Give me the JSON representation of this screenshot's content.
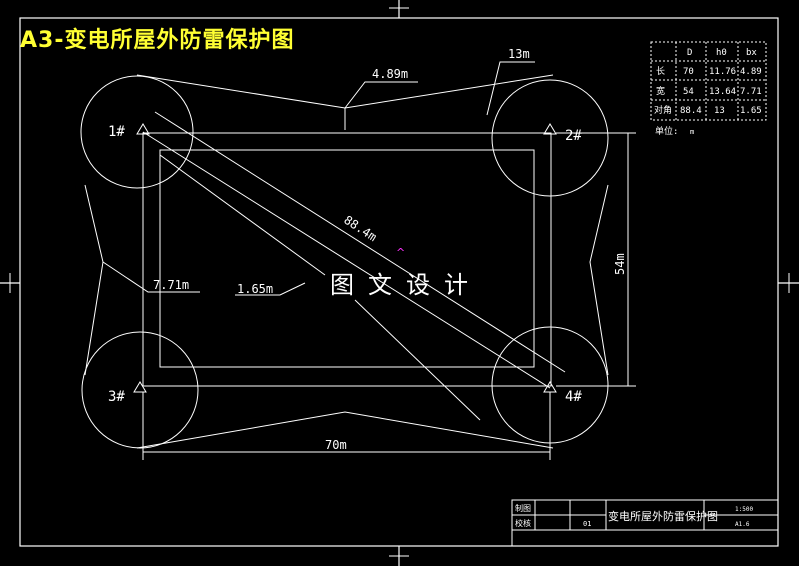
{
  "title": "A3-变电所屋外防雷保护图",
  "watermark": "图文设计",
  "dimensions": {
    "protection_radius_top": "13m",
    "bx_top": "4.89m",
    "diagonal": "88.4m",
    "bx_side": "7.71m",
    "bx_inner": "1.65m",
    "width": "70m",
    "height": "54m"
  },
  "rods": [
    {
      "label": "1#"
    },
    {
      "label": "2#"
    },
    {
      "label": "3#"
    },
    {
      "label": "4#"
    }
  ],
  "table": {
    "headers": [
      "",
      "D",
      "h0",
      "bx"
    ],
    "rows": [
      [
        "长",
        "70",
        "11.76",
        "4.89"
      ],
      [
        "宽",
        "54",
        "13.64",
        "7.71"
      ],
      [
        "对角",
        "88.4",
        "13",
        "1.65"
      ]
    ],
    "unit_label": "单位:",
    "unit_value": "m"
  },
  "title_block": {
    "row1_label": "制图",
    "row2_label": "校核",
    "row2_code": "01",
    "drawing_name": "变电所屋外防雷保护图",
    "scale": "1:500",
    "sheet": "A1.6"
  },
  "colors": {
    "background": "#000000",
    "lines": "#ffffff",
    "title": "#ffff33",
    "marker": "#ff33ff"
  }
}
